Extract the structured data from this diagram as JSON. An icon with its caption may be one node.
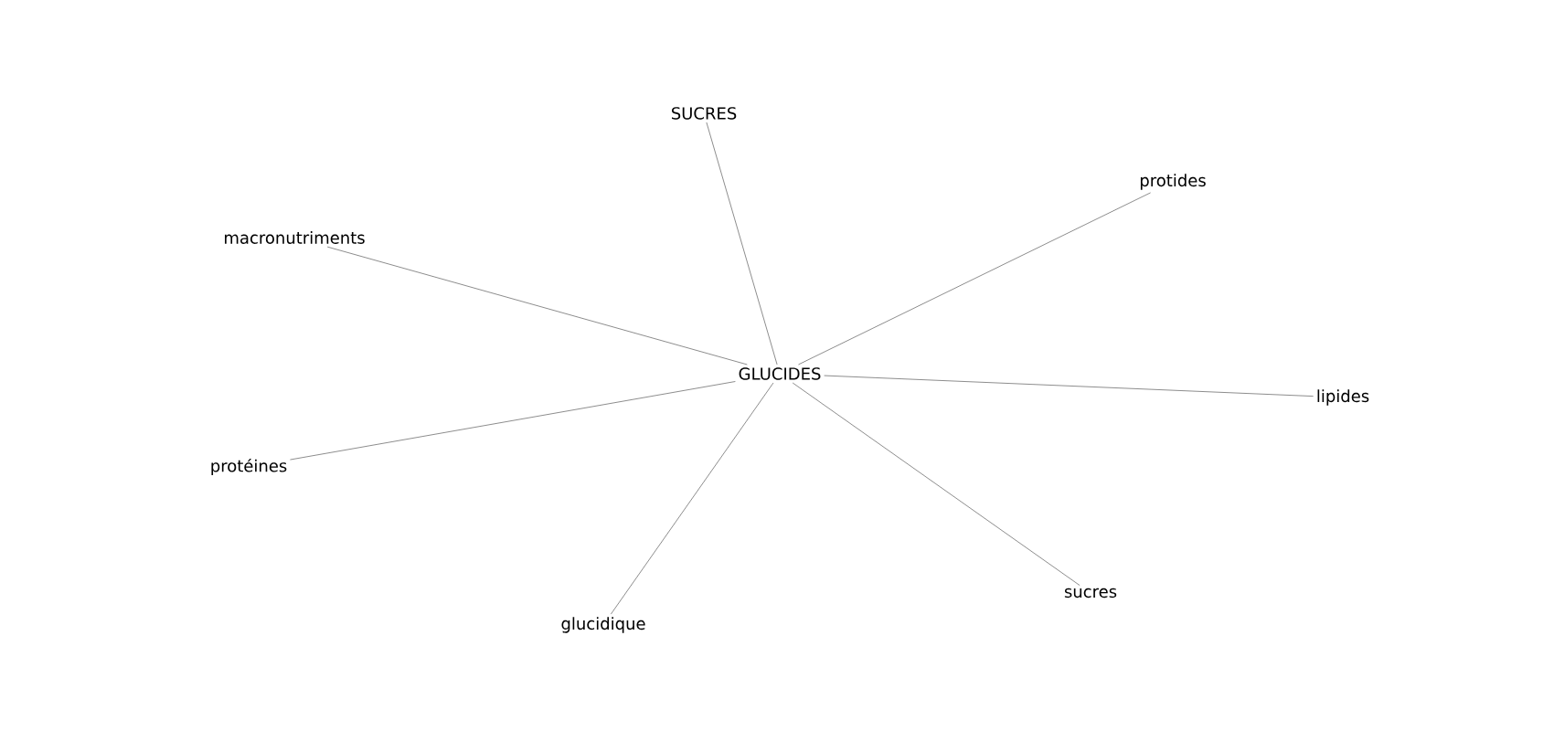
{
  "diagram": {
    "nodes": [
      {
        "text": [
          "GLUCIDES"
        ]
      },
      {
        "text": [
          "SUCRES"
        ]
      },
      {
        "text": [
          "protides"
        ]
      },
      {
        "text": [
          "macronutriments"
        ]
      },
      {
        "text": [
          "lipides"
        ]
      },
      {
        "text": [
          "protéines"
        ]
      },
      {
        "text": [
          "sucres"
        ]
      },
      {
        "text": [
          "glucidique"
        ]
      }
    ],
    "edges": [
      {
        "from": 0,
        "to": 1,
        "arrow": "none"
      },
      {
        "from": 0,
        "to": 2,
        "arrow": "none"
      },
      {
        "from": 0,
        "to": 3,
        "arrow": "none"
      },
      {
        "from": 0,
        "to": 4,
        "arrow": "none"
      },
      {
        "from": 0,
        "to": 5,
        "arrow": "none"
      },
      {
        "from": 0,
        "to": 6,
        "arrow": "none"
      },
      {
        "from": 0,
        "to": 7,
        "arrow": "none"
      }
    ]
  }
}
